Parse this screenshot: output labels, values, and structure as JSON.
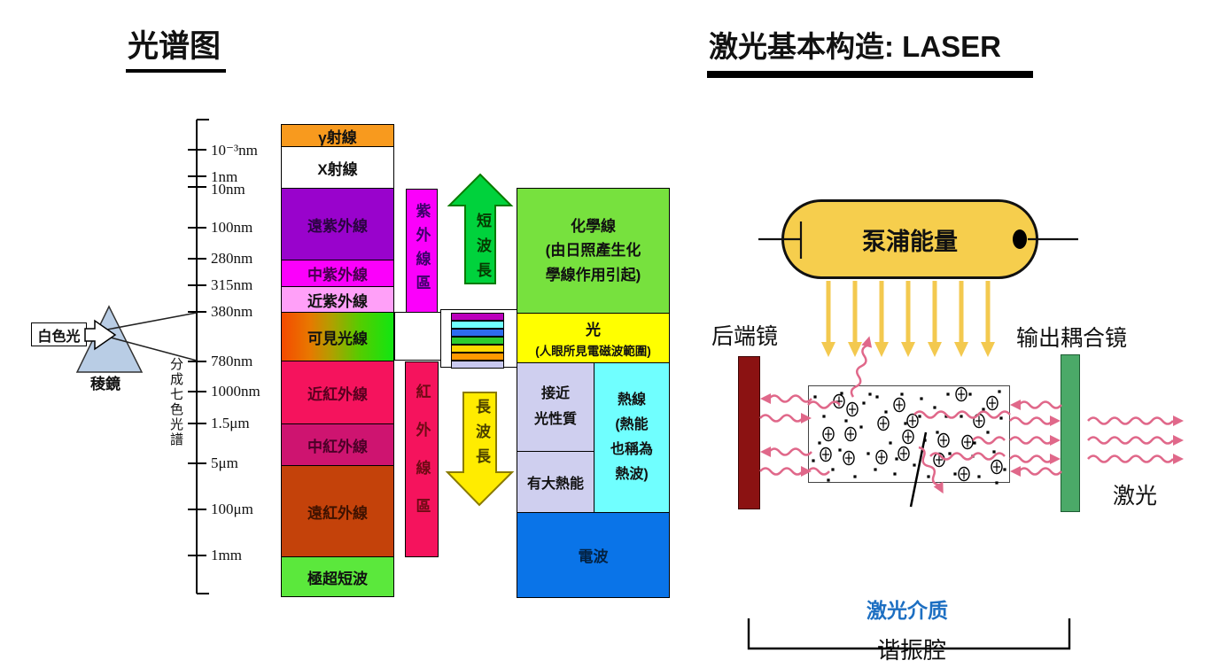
{
  "left_panel": {
    "title": "光谱图",
    "prism_input_label": "白色光",
    "prism_label": "稜鏡",
    "split_label": "分成七色光譜",
    "scale": [
      "10⁻³nm",
      "1nm",
      "10nm",
      "100nm",
      "280nm",
      "315nm",
      "380nm",
      "780nm",
      "1000nm",
      "1.5μm",
      "5μm",
      "100μm",
      "1mm"
    ],
    "bands": [
      "γ射線",
      "X射線",
      "遠紫外線",
      "中紫外線",
      "近紫外線",
      "可見光線",
      "近紅外線",
      "中紅外線",
      "遠紅外線",
      "極超短波"
    ],
    "uv_zone_label": "紫外線區",
    "ir_zone_label": "紅外線區",
    "short_wave_label": "短波長",
    "long_wave_label": "長波長",
    "boxes": {
      "chemical": [
        "化學線",
        "(由日照產生化",
        "學線作用引起)"
      ],
      "light": [
        "光",
        "(人眼所見電磁波範圍)"
      ],
      "near_light": [
        "接近",
        "光性質"
      ],
      "big_heat": "有大熱能",
      "heat": [
        "熱線",
        "(熱能",
        "也稱為",
        "熱波)"
      ],
      "radio": "電波"
    },
    "visible_spectrum_colors": [
      "#BB00BB",
      "#70FFFF",
      "#2D6CF0",
      "#2ECC2E",
      "#FFD900",
      "#FF9900",
      "#C9C9F0"
    ]
  },
  "right_panel": {
    "title": "激光基本构造: LASER",
    "pump_label": "泵浦能量",
    "back_mirror_label": "后端镜",
    "output_mirror_label": "输出耦合镜",
    "laser_output_label": "激光",
    "medium_label": "激光介质",
    "cavity_label": "谐振腔"
  },
  "colors": {
    "gamma": "#F89A1E",
    "far_uv": "#9903CC",
    "mid_uv": "#FB00FB",
    "near_uv": "#FFA0F8",
    "near_ir": "#F5135D",
    "mid_ir": "#CE1470",
    "far_ir": "#C4420A",
    "uhf": "#5BE83C",
    "uv_zone_bar": "#FB00FB",
    "ir_zone_bar": "#F5135D",
    "short_arrow": "#00D23C",
    "long_arrow": "#FFEC00",
    "chemical_box": "#77E13E",
    "light_box": "#FFFF00",
    "heat_box": "#70FFFF",
    "lavender_box": "#CFCFEF",
    "radio_box": "#0A74E8",
    "pump_capsule": "#F6CE4D",
    "back_mirror": "#8B1212",
    "output_mirror": "#4BA968",
    "wave_arrow": "#E0688A",
    "pump_arrow": "#F3C94F",
    "medium_label_text": "#1D6FC2"
  }
}
